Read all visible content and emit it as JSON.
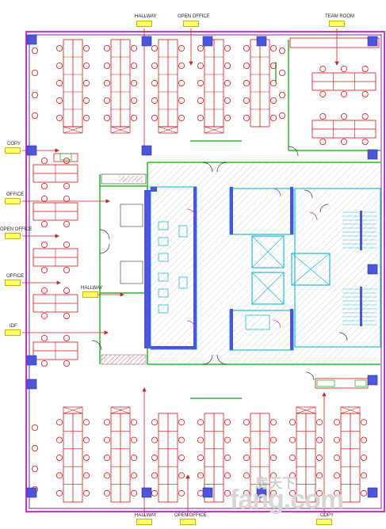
{
  "labels": {
    "hallway_top": "HALLWAY",
    "open_office_top": "OPEN OFFICE",
    "team_room": "TEAM ROOM",
    "copy_left": "COPY",
    "office_1": "OFFICE",
    "open_office_left": "OPEN OFFICE",
    "office_2": "OFFICE",
    "hallway_mid": "HALLWAY",
    "idf": "IDF",
    "hallway_bottom": "HALLWAY",
    "open_office_bottom": "OPEN OFFICE",
    "copy_bottom": "COPY"
  },
  "watermark": {
    "brand_cn": "房天下",
    "brand": "fang.com"
  },
  "colors": {
    "outer_wall": "#cc33cc",
    "inner_wall": "#7a2aa0",
    "column": "#4d55d9",
    "furniture": "#e01010",
    "partition": "#22bb22",
    "core": "#22bbdd",
    "core_blue": "#3344ee",
    "label_bg": "#ffff66",
    "watermark": "#d8d8d8"
  },
  "icons": [
    "column-icon",
    "desk-icon",
    "chair-icon",
    "door-icon",
    "elevator-icon",
    "stair-icon",
    "toilet-icon",
    "arrow-icon"
  ]
}
